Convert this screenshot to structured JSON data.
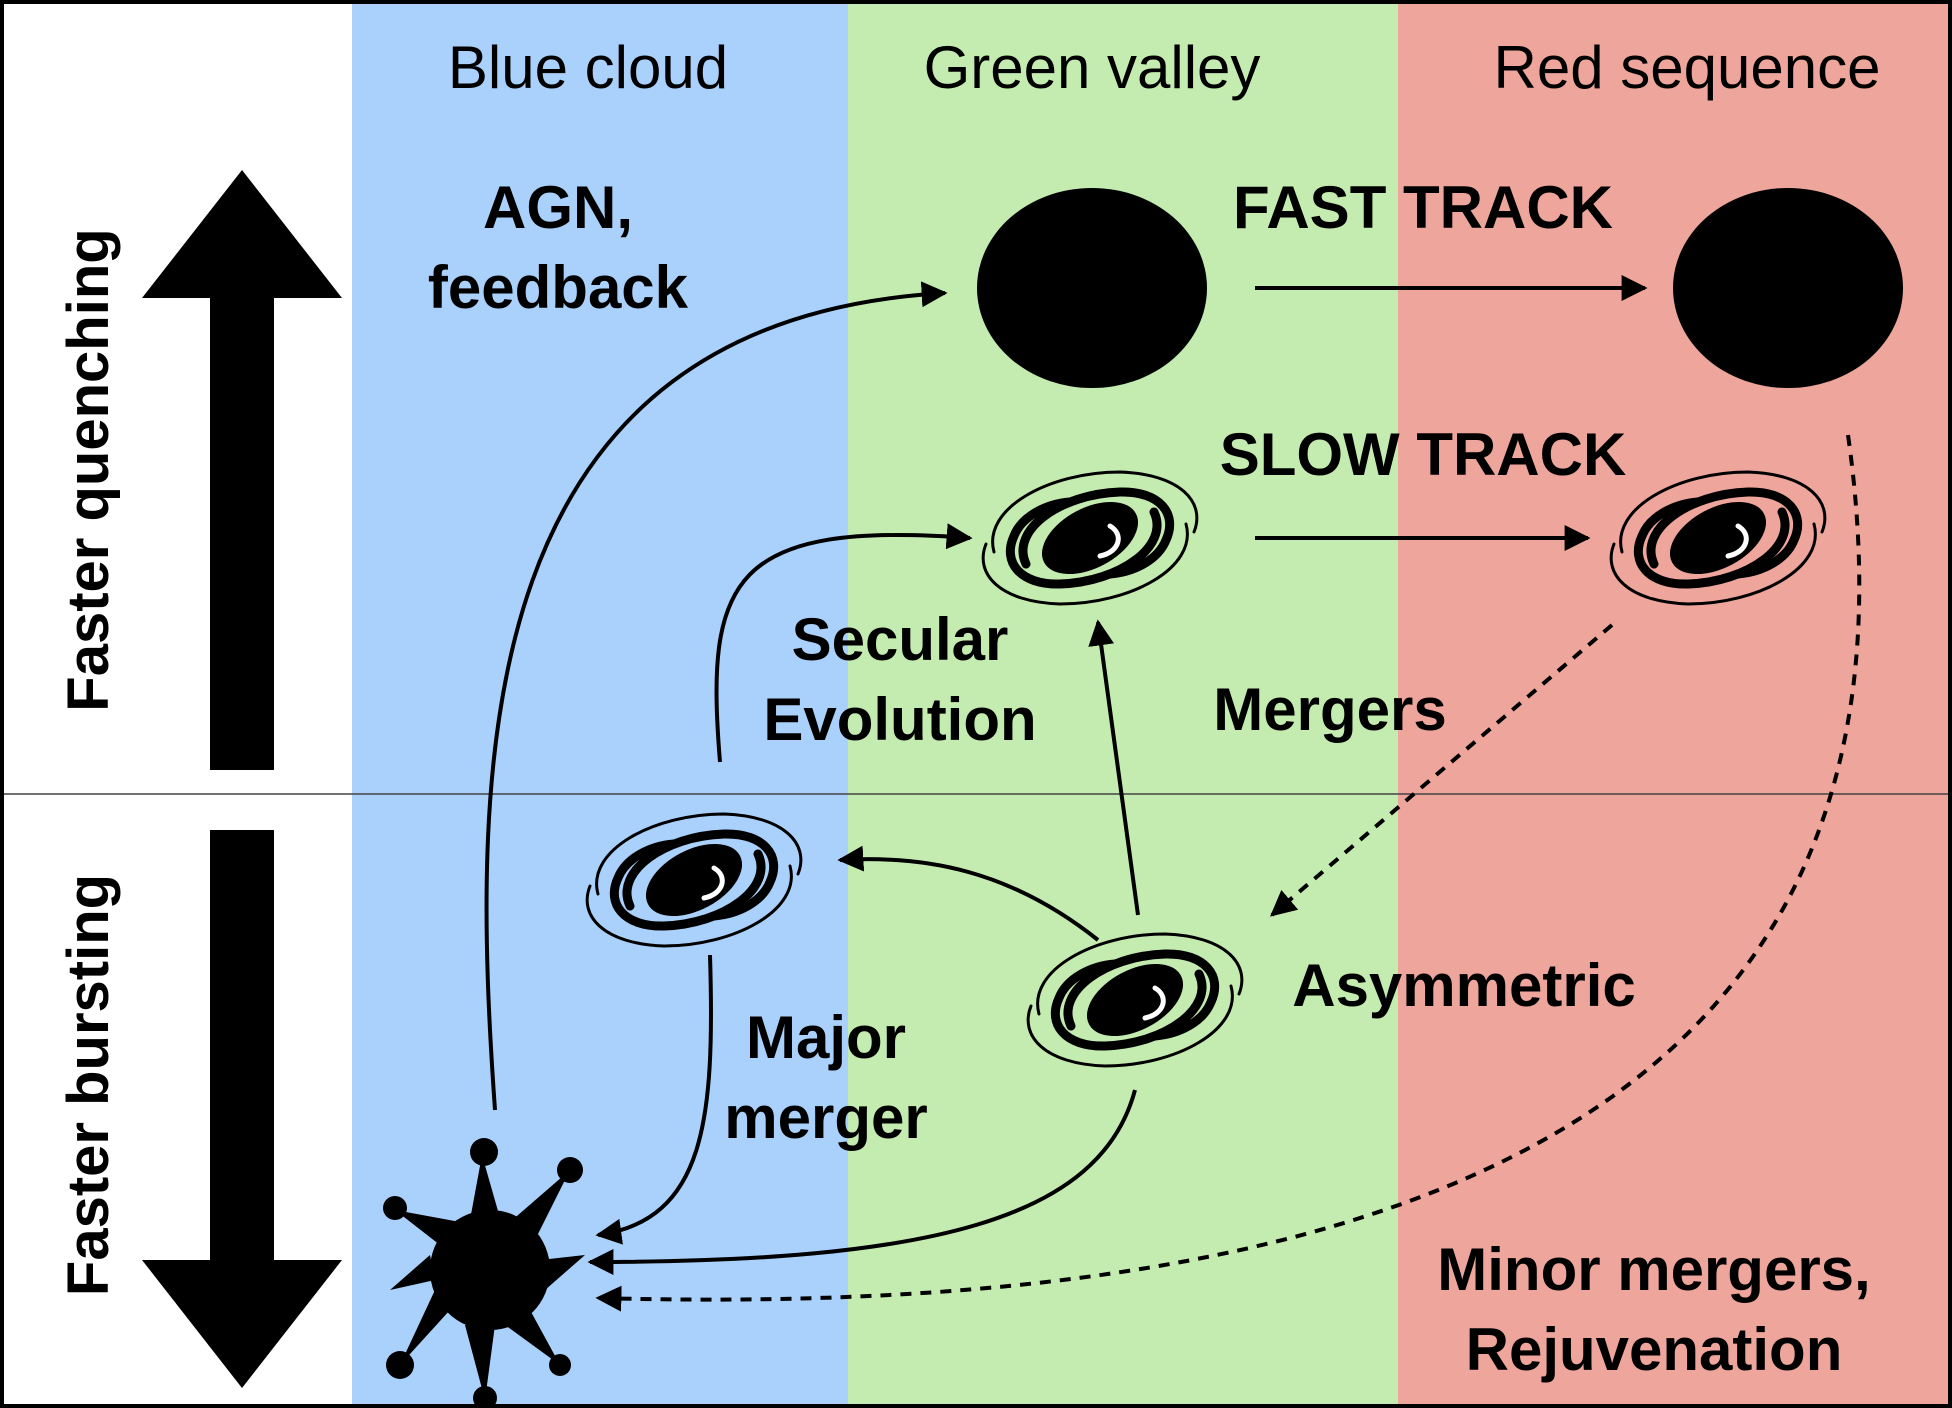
{
  "zones": {
    "blue": {
      "title": "Blue cloud",
      "color": "#a9d1fb"
    },
    "green": {
      "title": "Green valley",
      "color": "#c5ecb0"
    },
    "red": {
      "title": "Red sequence",
      "color": "#eea59b"
    }
  },
  "axis": {
    "up_label": "Faster quenching",
    "down_label": "Faster bursting"
  },
  "labels": {
    "agn_line1": "AGN,",
    "agn_line2": "feedback",
    "fast_track": "FAST TRACK",
    "slow_track": "SLOW TRACK",
    "secular_line1": "Secular",
    "secular_line2": "Evolution",
    "mergers": "Mergers",
    "major_line1": "Major",
    "major_line2": "merger",
    "asymmetric": "Asymmetric",
    "minor_line1": "Minor mergers,",
    "minor_line2": "Rejuvenation"
  },
  "icons": {
    "elliptical": "elliptical-galaxy-icon",
    "spiral": "spiral-galaxy-icon",
    "starburst": "starburst-splat-icon"
  }
}
